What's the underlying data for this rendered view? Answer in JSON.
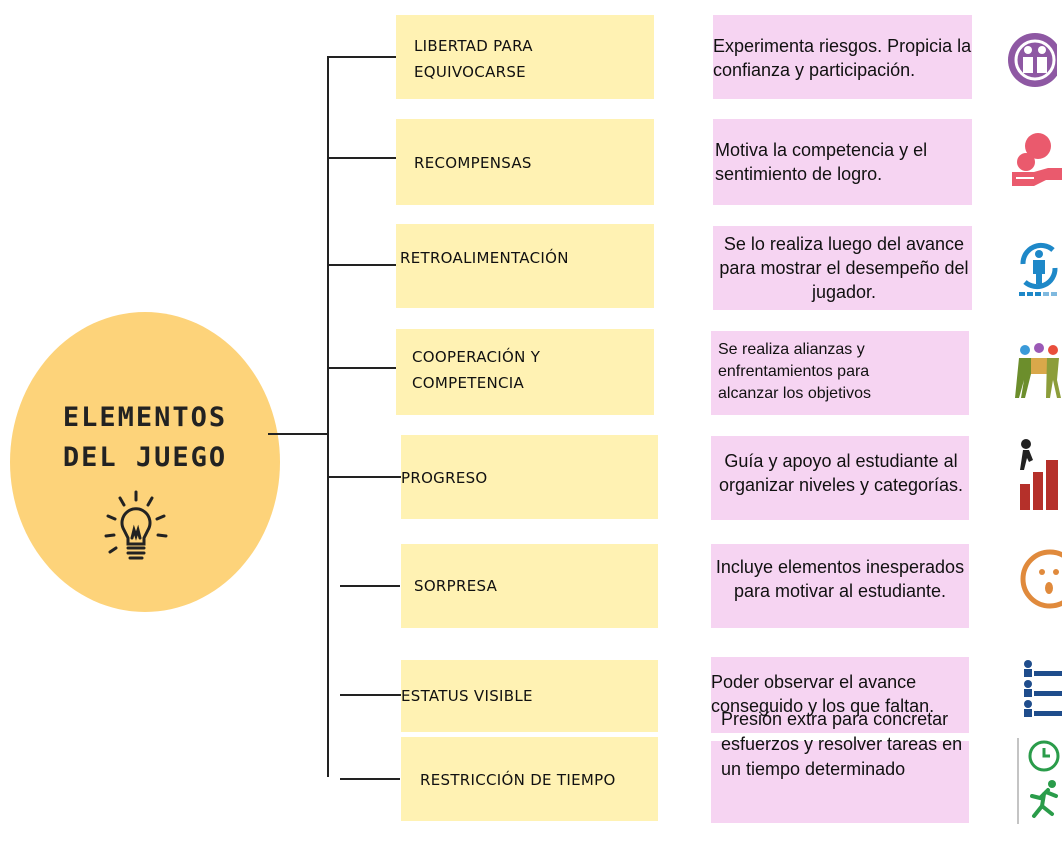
{
  "central": {
    "line1": "ELEMENTOS",
    "line2": "DEL JUEGO",
    "icon": "lightbulb-icon"
  },
  "items": [
    {
      "label": "LIBERTAD PARA\nEQUIVOCARSE",
      "description": "Experimenta riesgos. Propicia la confianza y participación.",
      "icon": "child-care-icon"
    },
    {
      "label": "RECOMPENSAS",
      "description": "Motiva la competencia y el sentimiento de logro.",
      "icon": "hand-reward-icon"
    },
    {
      "label": "RETROALIMENTACIÓN",
      "description": "Se lo realiza luego del avance para mostrar el desempeño del jugador.",
      "icon": "feedback-cycle-icon"
    },
    {
      "label": "COOPERACIÓN Y\nCOMPETENCIA",
      "description": "Se realiza alianzas y enfrentamientos para alcanzar los objetivos",
      "icon": "teamwork-icon"
    },
    {
      "label": "PROGRESO",
      "description": "Guía y apoyo al estudiante al organizar niveles y categorías.",
      "icon": "progress-stairs-icon"
    },
    {
      "label": "SORPRESA",
      "description": "Incluye elementos inesperados para motivar al estudiante.",
      "icon": "surprised-face-icon"
    },
    {
      "label": "ESTATUS VISIBLE",
      "description": "Poder observar el avance conseguido y los que faltan.",
      "icon": "status-bars-icon"
    },
    {
      "label": "RESTRICCIÓN DE TIEMPO",
      "description": "Presión extra para concretar esfuerzos y resolver tareas en un tiempo determinado",
      "icon": "runner-clock-icon"
    }
  ],
  "colors": {
    "circle": "#fdd37a",
    "card": "#fff2b3",
    "description": "#f6d4f2"
  }
}
